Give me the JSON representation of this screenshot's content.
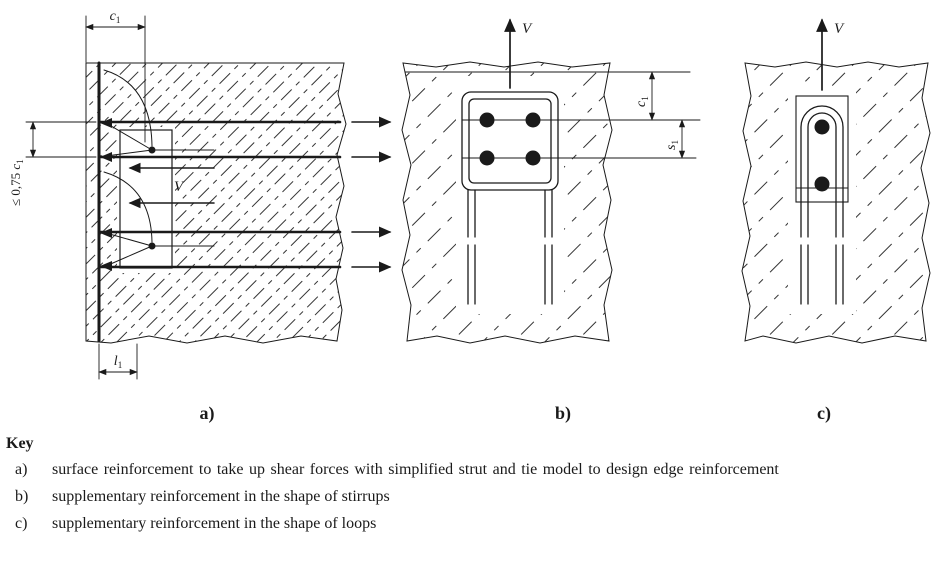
{
  "figures": {
    "a": {
      "caption": "a)",
      "c1": {
        "base": "c",
        "sub": "1"
      },
      "le075c1": {
        "prefix": "≤ 0,75 ",
        "base": "c",
        "sub": "1"
      },
      "l1": {
        "base": "l",
        "sub": "1"
      },
      "v": "V"
    },
    "b": {
      "caption": "b)",
      "v": "V",
      "c1": {
        "base": "c",
        "sub": "1"
      },
      "s1": {
        "base": "s",
        "sub": "1"
      }
    },
    "c": {
      "caption": "c)",
      "v": "V"
    }
  },
  "key": {
    "title": "Key",
    "items": [
      {
        "label": "a)",
        "text": "surface reinforcement to take up shear forces with simplified strut and tie model to design edge reinforcement"
      },
      {
        "label": "b)",
        "text": "supplementary reinforcement in the shape of stirrups"
      },
      {
        "label": "c)",
        "text": "supplementary reinforcement in the shape of loops"
      }
    ]
  },
  "colors": {
    "ink": "#1a1a1a",
    "hatch": "#333333",
    "background": "#ffffff"
  }
}
